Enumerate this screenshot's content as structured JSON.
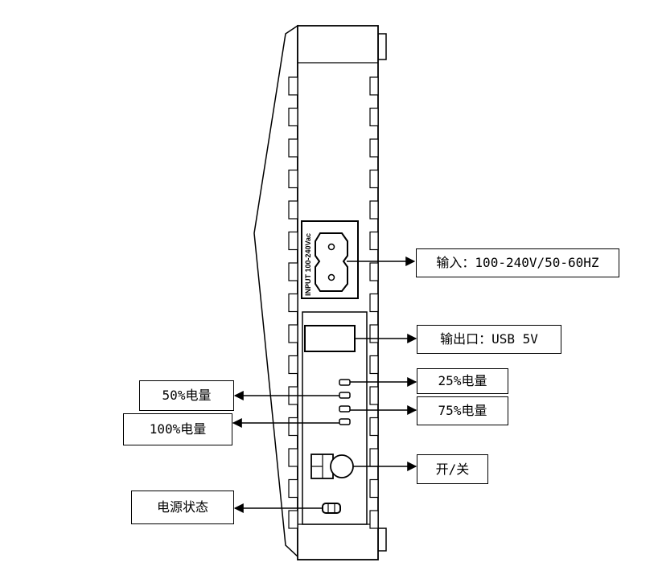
{
  "device": {
    "inlet_text": "INPUT 100-240Vac"
  },
  "labels": {
    "input": "输入：100-240V/50-60HZ",
    "output": "输出口：USB 5V",
    "pct25": "25%电量",
    "pct50": "50%电量",
    "pct75": "75%电量",
    "pct100": "100%电量",
    "power_switch": "开/关",
    "power_status": "电源状态"
  }
}
